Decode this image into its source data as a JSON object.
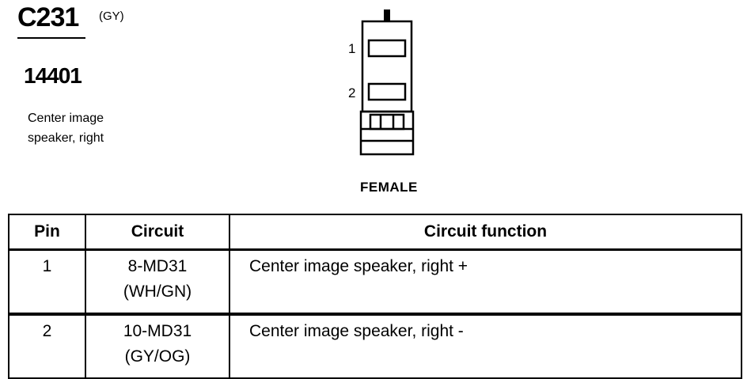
{
  "connector": {
    "id": "C231",
    "color_code": "(GY)",
    "part_number": "14401",
    "description_lines": [
      "Center image",
      "speaker, right"
    ],
    "gender": "FEMALE",
    "pin_labels": [
      "1",
      "2"
    ]
  },
  "table": {
    "headers": {
      "pin": "Pin",
      "circuit": "Circuit",
      "function": "Circuit function"
    },
    "rows": [
      {
        "pin": "1",
        "circuit": "8-MD31",
        "wire_color": "(WH/GN)",
        "function": "Center image speaker, right +"
      },
      {
        "pin": "2",
        "circuit": "10-MD31",
        "wire_color": "(GY/OG)",
        "function": "Center image speaker, right -"
      }
    ]
  }
}
